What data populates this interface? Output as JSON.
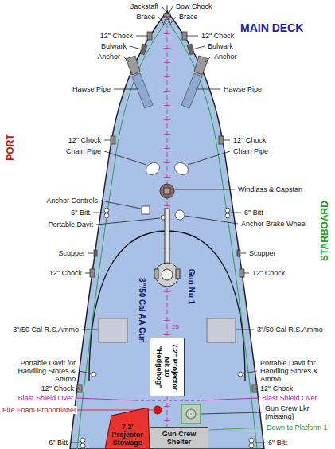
{
  "diagram": {
    "title": "MAIN DECK",
    "nodes": [
      {
        "text": [
          "7.2\" Projector Mk 10 \"Hedgehog\""
        ]
      },
      {
        "text": [
          "7.2' Projector Stowage"
        ]
      },
      {
        "text": [
          "Gun Crew Shelter"
        ]
      }
    ],
    "labels": [
      "Jackstaff",
      "Bow Chock",
      "Brace",
      "Brace",
      "12\" Chock",
      "12\" Chock",
      "Bulwark",
      "Bulwark",
      "Anchor",
      "Anchor",
      "Hawse Pipe",
      "Hawse Pipe",
      "12\" Chock",
      "12\" Chock",
      "Chain Pipe",
      "Chain Pipe",
      "Windlass & Capstan",
      "Anchor Controls",
      "6\" Bitt",
      "6\" Bitt",
      "Anchor Brake Wheel",
      "Portable Davit",
      "Scupper",
      "Scupper",
      "12\" Chock",
      "12\" Chock",
      "3\"/50 Cal AA Gun",
      "Gun No 1",
      "3\"/50 Cal R.S.Ammo",
      "3\"/50 Cal R.S.Ammo",
      "25",
      "Portable Davit for Handling Stores & Ammo",
      "Portable Davit for Handling Stores & Ammo",
      "12\" Chock",
      "12\" Chock",
      "Blast Shield Over",
      "Blast Shield Over",
      "Fire Foam Proportioner",
      "Gun Crew Lkr (missing)",
      "Down to Platform 1",
      "6\" Bitt",
      "6\" Bitt",
      "PORT",
      "STARBOARD"
    ]
  }
}
